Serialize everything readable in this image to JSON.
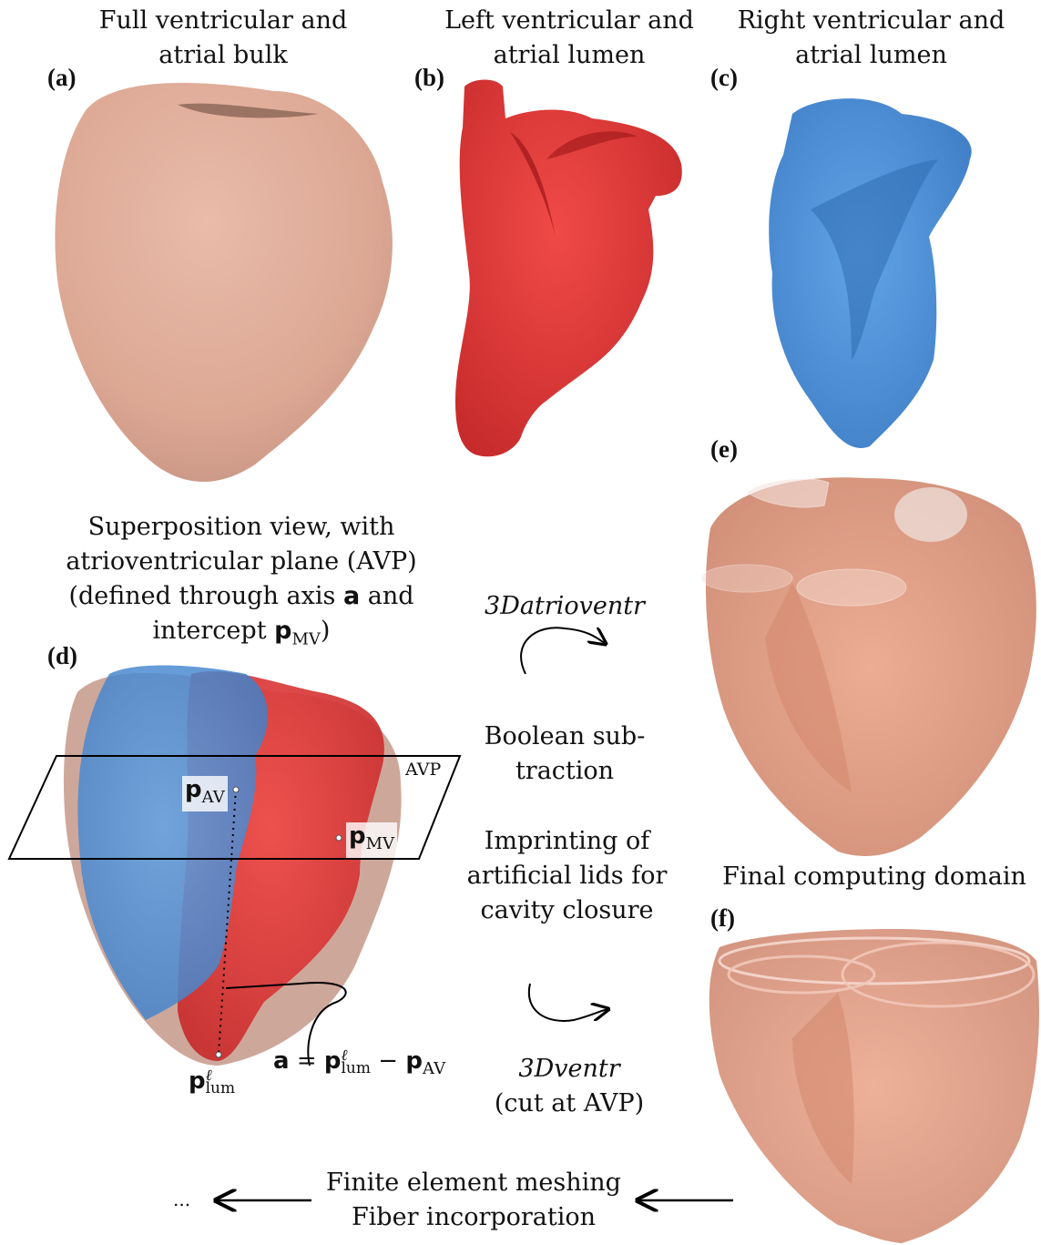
{
  "panels": {
    "a": {
      "label": "(a)",
      "caption_line1": "Full ventricular and",
      "caption_line2": "atrial bulk"
    },
    "b": {
      "label": "(b)",
      "caption_line1": "Left ventricular and",
      "caption_line2": "atrial lumen"
    },
    "c": {
      "label": "(c)",
      "caption_line1": "Right ventricular and",
      "caption_line2": "atrial lumen"
    },
    "d": {
      "label": "(d)",
      "caption_line1": "Superposition view, with",
      "caption_line2": "atrioventricular plane (AVP)",
      "caption_line3_prefix": "(defined through axis",
      "caption_line3_sym": "a",
      "caption_line3_suffix": "and",
      "caption_line4_prefix": "intercept",
      "caption_line4_sym": "p",
      "caption_line4_sub": "MV",
      "caption_line4_suffix": ")"
    },
    "e": {
      "label": "(e)"
    },
    "f": {
      "label": "(f)",
      "caption": "Final computing domain"
    }
  },
  "annotations": {
    "avp": "AVP",
    "p_av_sym": "p",
    "p_av_sub": "AV",
    "p_mv_sym": "p",
    "p_mv_sub": "MV",
    "p_lum_sym": "p",
    "p_lum_sup": "ℓ",
    "p_lum_sub": "lum",
    "axis_eq_lhs": "a",
    "axis_eq_eq": "=",
    "axis_eq_p1": "p",
    "axis_eq_p1_sup": "ℓ",
    "axis_eq_p1_sub": "lum",
    "axis_eq_minus": "−",
    "axis_eq_p2": "p",
    "axis_eq_p2_sub": "AV"
  },
  "steps": {
    "tool1": "3Datrioventr",
    "step1_line1": "Boolean sub-",
    "step1_line2": "traction",
    "step2_line1": "Imprinting of",
    "step2_line2": "artificial lids for",
    "step2_line3": "cavity closure",
    "tool2": "3Dventr",
    "tool2_note": "(cut at AVP)",
    "final_line1": "Finite element meshing",
    "final_line2": "Fiber incorporation",
    "ellipsis": "..."
  },
  "colors": {
    "bulk": "#ddab98",
    "bulk_dark": "#c48d7a",
    "left_lumen": "#e23a38",
    "left_lumen_dark": "#a81b1d",
    "right_lumen": "#4d8fd6",
    "right_lumen_dark": "#275f9e",
    "domain": "#e39a7d"
  }
}
